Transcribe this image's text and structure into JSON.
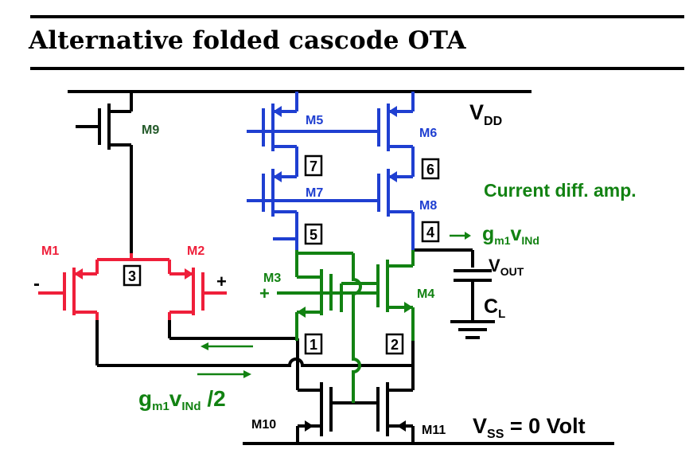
{
  "title": "Alternative folded cascode OTA",
  "colors": {
    "black": "#000000",
    "blue": "#1f3fd1",
    "red": "#ef1f3a",
    "green": "#128212",
    "darkgreen": "#245a2a"
  },
  "transistors": {
    "m9": "M9",
    "m5": "M5",
    "m6": "M6",
    "m7": "M7",
    "m8": "M8",
    "m1": "M1",
    "m2": "M2",
    "m3": "M3",
    "m4": "M4",
    "m10": "M10",
    "m11": "M11"
  },
  "nodes": {
    "n1": "1",
    "n2": "2",
    "n3": "3",
    "n4": "4",
    "n5": "5",
    "n6": "6",
    "n7": "7"
  },
  "labels": {
    "vdd_main": "V",
    "vdd_sub": "DD",
    "vss_main": "V",
    "vss_sub": "SS",
    "vss_rest": " = 0 Volt",
    "vout_main": "V",
    "vout_sub": "OUT",
    "cl_main": "C",
    "cl_sub": "L",
    "current_diff": "Current diff. amp.",
    "gm_right_a": "g",
    "gm_right_b": "m1",
    "gm_right_c": "v",
    "gm_right_d": "INd",
    "gm_left_a": "g",
    "gm_left_b": "m1",
    "gm_left_c": "v",
    "gm_left_d": "INd",
    "gm_left_e": " /2",
    "minus": "-",
    "plus_m2": "+",
    "plus_m3": "+"
  }
}
